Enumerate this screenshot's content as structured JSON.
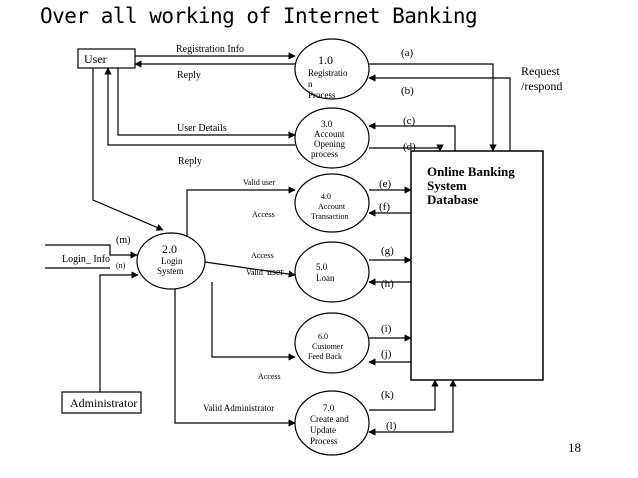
{
  "title": "Over all working of Internet Banking",
  "slide_number": "18",
  "entities": {
    "user": "User",
    "administrator": "Administrator",
    "database": [
      "Online Banking",
      "System",
      "Database"
    ]
  },
  "processes": {
    "p1": [
      "1.0",
      "Registratio",
      "n",
      "Process"
    ],
    "p3": [
      "3.0",
      "Account",
      "Opening",
      "process"
    ],
    "p4": [
      "4.0",
      "Account",
      "Transaction"
    ],
    "p2": [
      "2.0",
      "Login",
      "System"
    ],
    "p5": [
      "5.0",
      "Loan"
    ],
    "p6": [
      "6.0",
      "Customer",
      "Feed Back"
    ],
    "p7": [
      "7.0",
      "Create and",
      "Update",
      "Process"
    ]
  },
  "flows": {
    "registration_info": "Registration Info",
    "reply1": "Reply",
    "user_details": "User Details",
    "reply2": "Reply",
    "valid_user1": "Valid  user",
    "access1": "Access",
    "access2": "Access",
    "valid_user2_a": "Valid",
    "valid_user2_b": "user",
    "access3": "Access",
    "valid_admin": "Valid Administrator",
    "login_info": "Login_ Info",
    "m": "(m)",
    "n": "(n)"
  },
  "side_labels": {
    "a": "(a)",
    "b": "(b)",
    "c": "(c)",
    "d": "(d)",
    "e": "(e)",
    "f": "(f)",
    "g": "(g)",
    "h": "(h)",
    "i": "(i)",
    "j": "(j)",
    "k": "(k)",
    "l": "(l)",
    "request": "Request",
    "respond": "/respond"
  }
}
